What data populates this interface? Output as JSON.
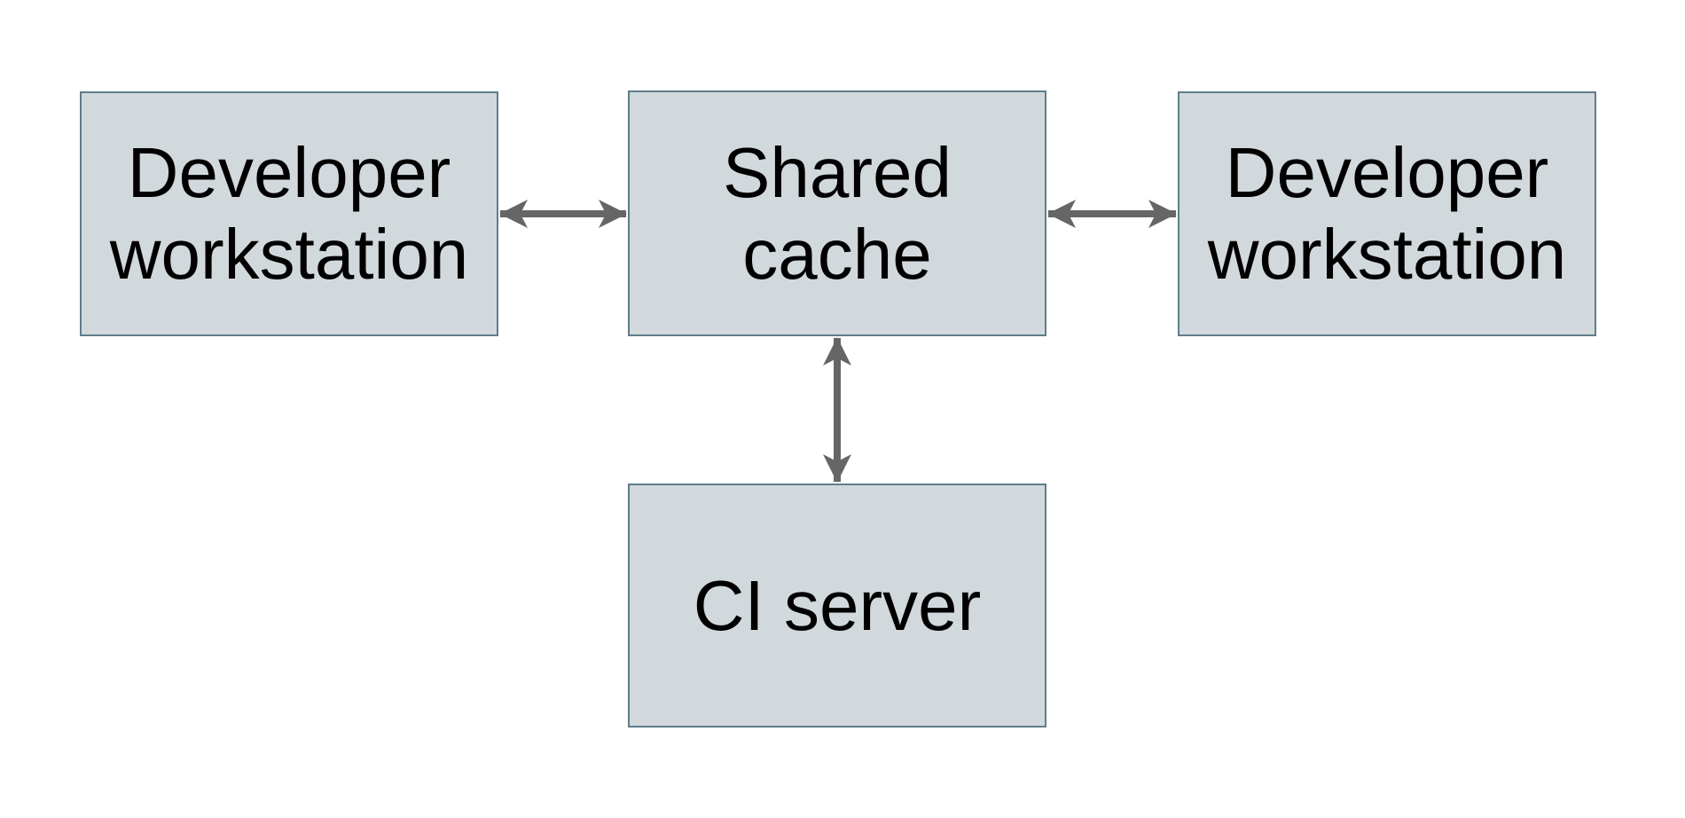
{
  "diagram": {
    "type": "architecture-diagram",
    "colors": {
      "background": "#ffffff",
      "node_fill": "#d2d9dc",
      "node_border": "#5f7d8c",
      "arrow": "#666666",
      "text": "#000000"
    },
    "nodes": [
      {
        "id": "developer-workstation-left",
        "label": "Developer workstation"
      },
      {
        "id": "shared-cache",
        "label": "Shared cache"
      },
      {
        "id": "developer-workstation-right",
        "label": "Developer workstation"
      },
      {
        "id": "ci-server",
        "label": "CI server"
      }
    ],
    "edges": [
      {
        "from": "developer-workstation-left",
        "to": "shared-cache",
        "type": "bidirectional-arrow"
      },
      {
        "from": "shared-cache",
        "to": "developer-workstation-right",
        "type": "bidirectional-arrow"
      },
      {
        "from": "shared-cache",
        "to": "ci-server",
        "type": "bidirectional-arrow"
      }
    ]
  }
}
